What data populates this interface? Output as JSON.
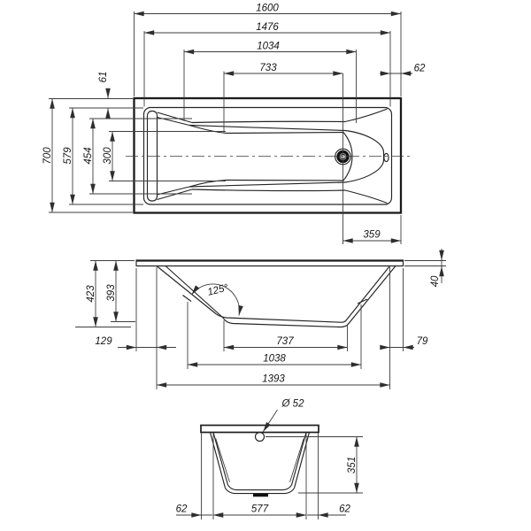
{
  "views": {
    "top": {
      "dims": {
        "overall_length": "1600",
        "rim_length": "1476",
        "basin_length": "1034",
        "floor_length": "733",
        "end_inset": "62",
        "rim_inset": "61",
        "overall_width": "700",
        "rim_width": "579",
        "basin_width": "454",
        "floor_width": "300",
        "drain_from_end": "359"
      }
    },
    "side": {
      "dims": {
        "overall_height": "423",
        "shell_height": "393",
        "slope_angle": "125°",
        "front_offset": "129",
        "floor_length": "737",
        "mid_length": "1038",
        "base_length": "1393",
        "rear_offset": "79",
        "rim_height": "40"
      }
    },
    "end": {
      "dims": {
        "drain_diameter": "Ø 52",
        "inner_depth": "351",
        "left_inset": "62",
        "floor_width": "577",
        "right_inset": "62"
      }
    }
  },
  "colors": {
    "line": "#1b1b1b",
    "dim_line": "#3d3d3d",
    "background": "#ffffff"
  }
}
